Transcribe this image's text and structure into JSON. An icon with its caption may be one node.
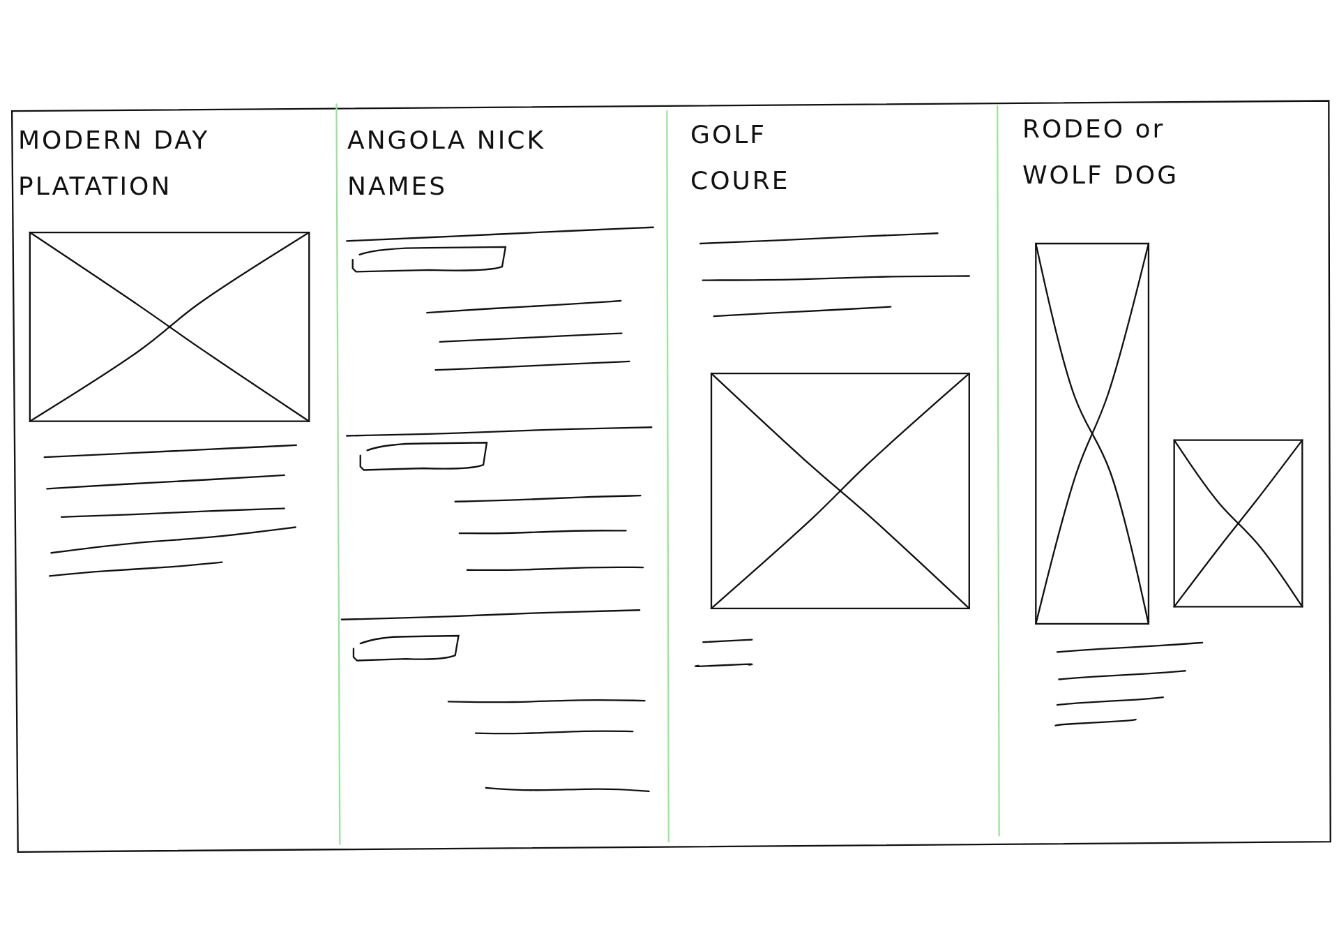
{
  "diagram": {
    "nodes": [
      {
        "text": [
          "MODERN DAY PLATATION"
        ]
      },
      {
        "text": [
          "ANGOLA NICK NAMES"
        ]
      },
      {
        "text": [
          "GOLF COURE"
        ]
      },
      {
        "text": [
          "RODEO or WOLF DOG"
        ]
      }
    ]
  }
}
